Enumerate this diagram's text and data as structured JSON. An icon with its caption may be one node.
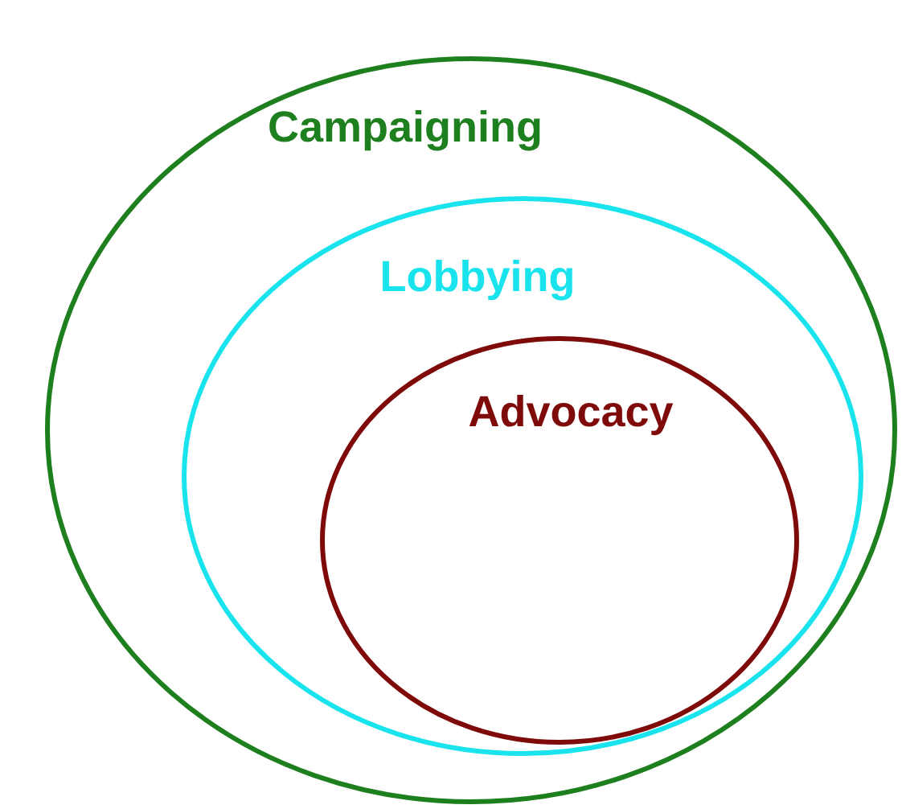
{
  "diagram": {
    "nodes": [
      {
        "text": [
          "Campaigning"
        ]
      },
      {
        "text": [
          "Lobbying"
        ],
        "in": 0
      },
      {
        "text": [
          "Advocacy"
        ],
        "in": 1
      }
    ]
  }
}
